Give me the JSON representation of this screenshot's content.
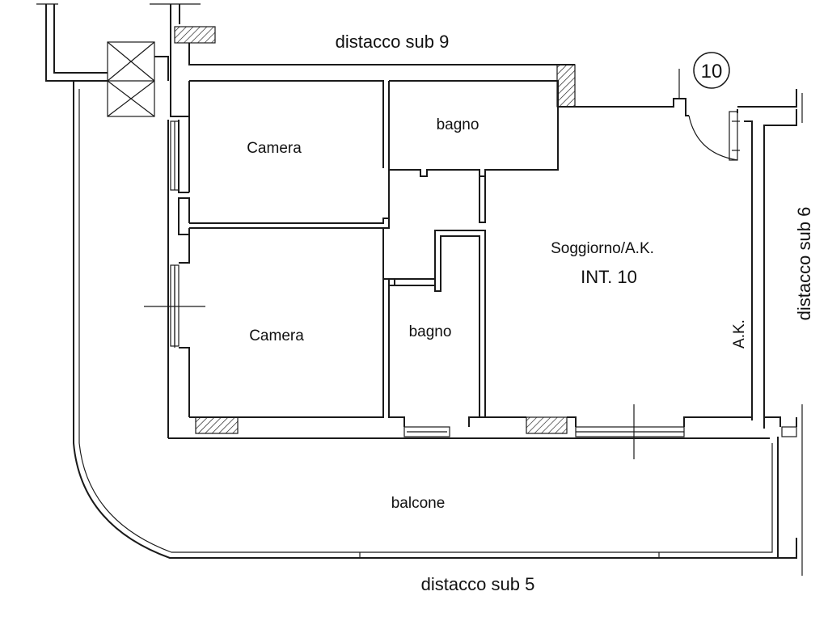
{
  "plan": {
    "unit_number": "10",
    "unit_label": "INT. 10",
    "rooms": {
      "camera_top": "Camera",
      "camera_bottom": "Camera",
      "bagno_top": "bagno",
      "bagno_bottom": "bagno",
      "soggiorno": "Soggiorno/A.K.",
      "ak": "A.K.",
      "balcone": "balcone"
    },
    "neighbours": {
      "top": "distacco sub 9",
      "right": "distacco sub 6",
      "bottom": "distacco sub 5"
    }
  }
}
